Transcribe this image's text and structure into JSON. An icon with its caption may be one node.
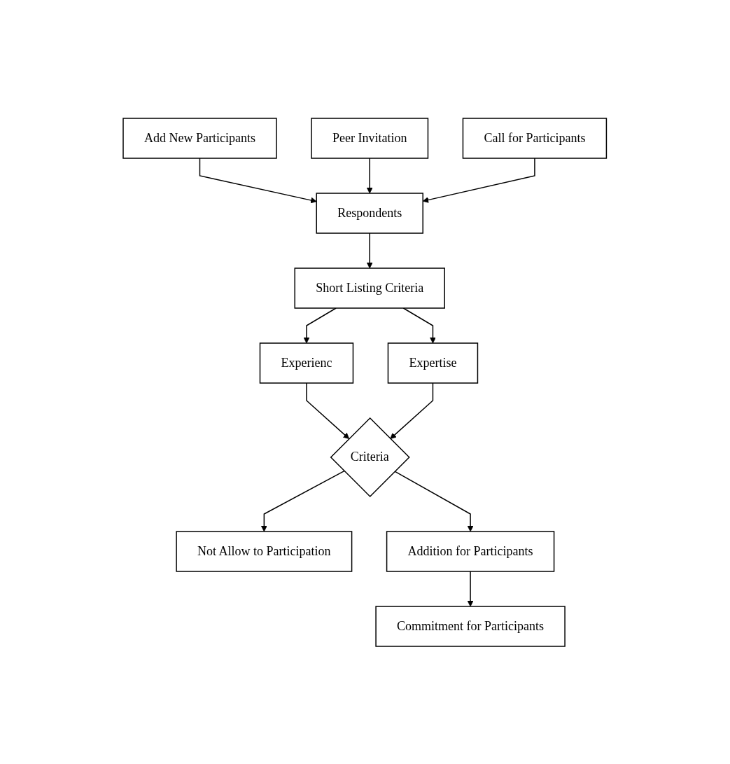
{
  "diagram": {
    "nodes": [
      {
        "text": [
          "Add New Participants"
        ]
      },
      {
        "text": [
          "Peer Invitation"
        ]
      },
      {
        "text": [
          "Respondents"
        ]
      },
      {
        "text": [
          "Call for Participants"
        ]
      },
      {
        "text": [
          "Short Listing Criteria"
        ]
      },
      {
        "text": [
          "Experienc"
        ]
      },
      {
        "text": [
          "Expertise"
        ]
      },
      {
        "text": [
          "Criteria"
        ]
      },
      {
        "text": [
          "Not Allow to Participation"
        ]
      },
      {
        "text": [
          "Addition for Participants"
        ]
      },
      {
        "text": [
          "Commitment for Participants"
        ]
      }
    ],
    "edges": [
      {
        "from": 0,
        "to": 2,
        "arrow": "to"
      },
      {
        "from": 1,
        "to": 2,
        "arrow": "to"
      },
      {
        "from": 3,
        "to": 2,
        "arrow": "to"
      },
      {
        "from": 2,
        "to": 4,
        "arrow": "to"
      },
      {
        "from": 4,
        "to": 5,
        "arrow": "to"
      },
      {
        "from": 4,
        "to": 6,
        "arrow": "to"
      },
      {
        "from": 5,
        "to": 7,
        "arrow": "to"
      },
      {
        "from": 6,
        "to": 7,
        "arrow": "to"
      },
      {
        "from": 7,
        "to": 8,
        "arrow": "to"
      },
      {
        "from": 7,
        "to": 9,
        "arrow": "to"
      },
      {
        "from": 9,
        "to": 10,
        "arrow": "to"
      }
    ]
  }
}
